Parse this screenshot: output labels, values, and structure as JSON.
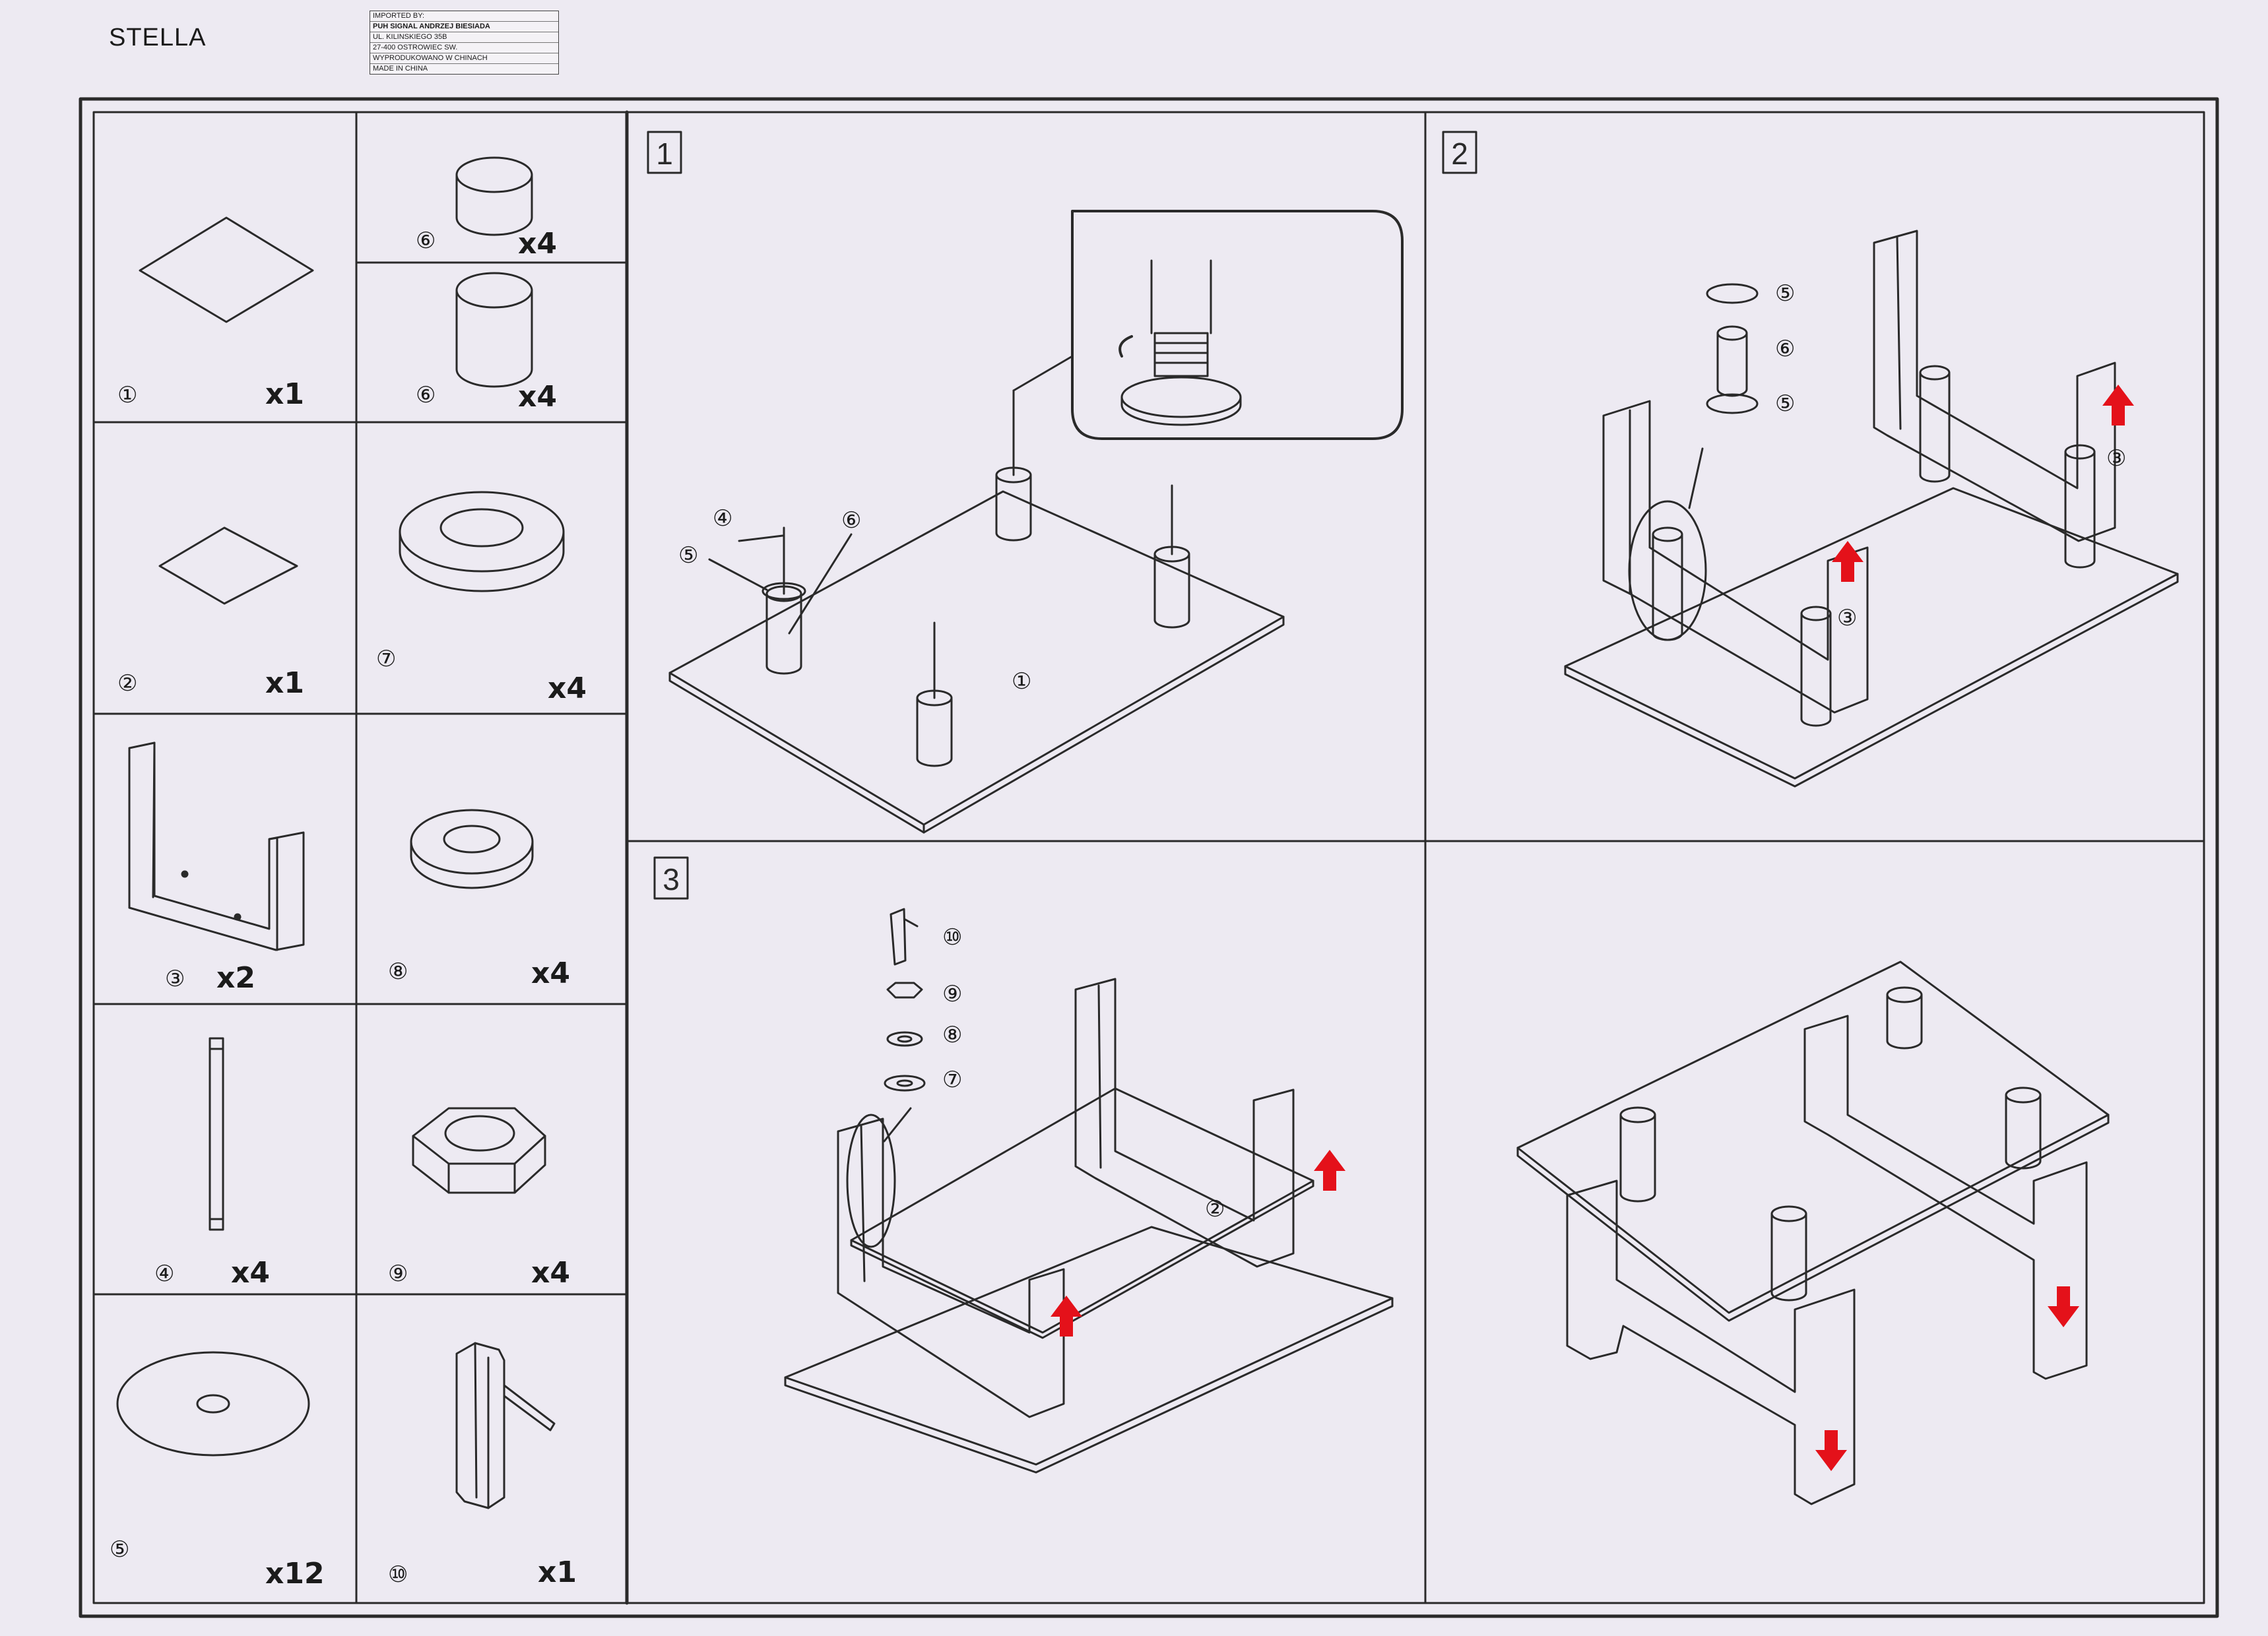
{
  "header": {
    "product_name": "STELLA",
    "importer": [
      "IMPORTED BY:",
      "PUH SIGNAL ANDRZEJ BIESIADA",
      "UL. KILINSKIEGO 35B",
      "27-400 OSTROWIEC SW.",
      "WYPRODUKOWANO W CHINACH",
      "MADE IN CHINA"
    ]
  },
  "parts": [
    {
      "num": "①",
      "qty": "x1"
    },
    {
      "num": "②",
      "qty": "x1"
    },
    {
      "num": "③",
      "qty": "x2"
    },
    {
      "num": "④",
      "qty": "x4"
    },
    {
      "num": "⑤",
      "qty": "x12"
    },
    {
      "num": "⑥",
      "qty": "x4"
    },
    {
      "num": "⑥",
      "qty": "x4"
    },
    {
      "num": "⑦",
      "qty": "x4"
    },
    {
      "num": "⑧",
      "qty": "x4"
    },
    {
      "num": "⑨",
      "qty": "x4"
    },
    {
      "num": "⑩",
      "qty": "x1"
    }
  ],
  "steps": [
    {
      "label": "1",
      "callouts": [
        "④",
        "⑤",
        "⑥",
        "①"
      ]
    },
    {
      "label": "2",
      "callouts": [
        "⑤",
        "⑥",
        "⑤",
        "③",
        "③"
      ]
    },
    {
      "label": "3",
      "callouts": [
        "⑩",
        "⑨",
        "⑧",
        "⑦",
        "②"
      ]
    }
  ],
  "colors": {
    "arrow": "#e4111a",
    "line": "#2a2a2a",
    "paper": "#edeaf2"
  }
}
